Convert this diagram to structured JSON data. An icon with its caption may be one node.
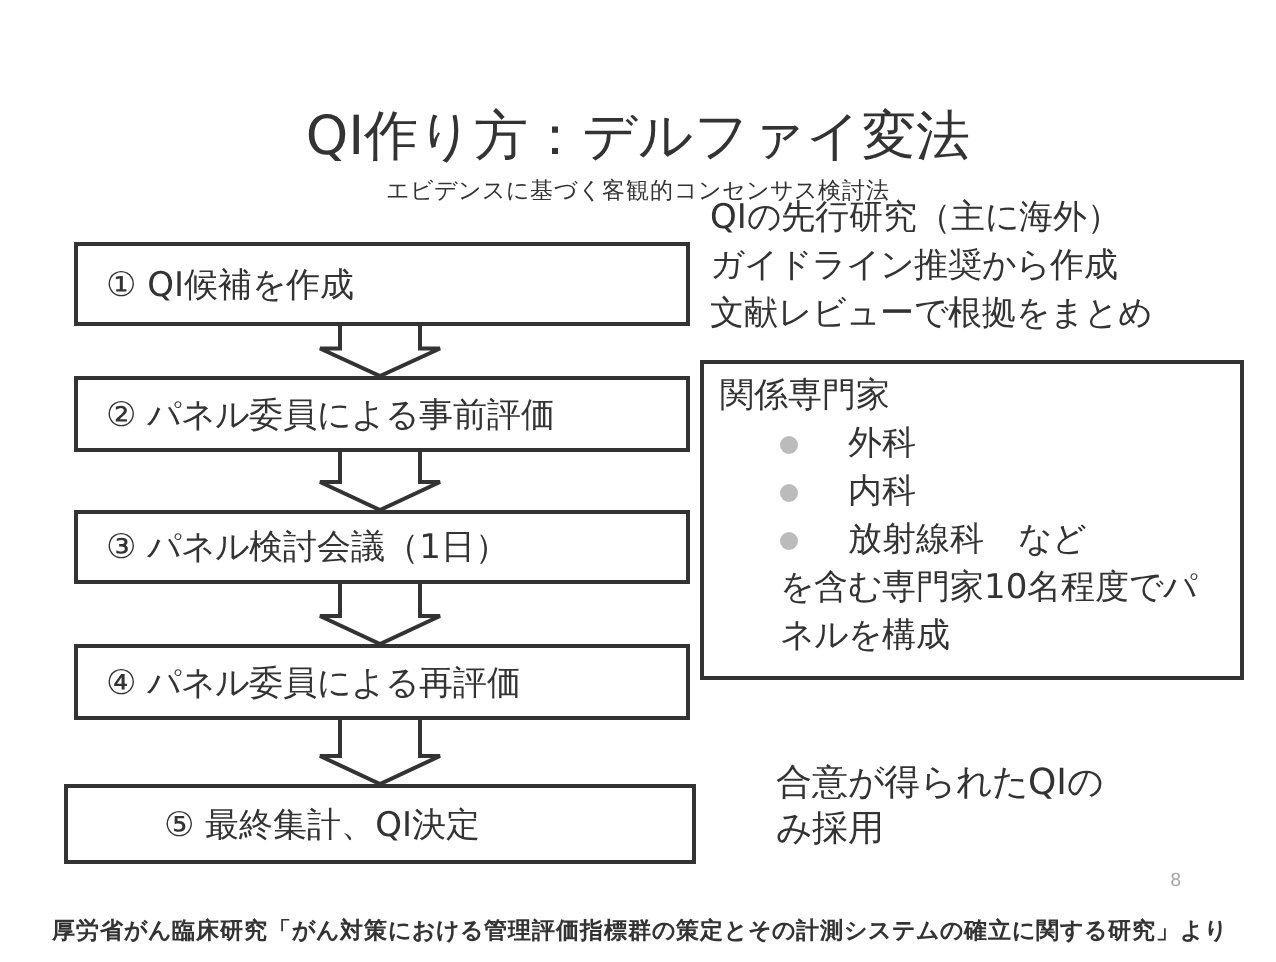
{
  "diagram": {
    "title": "QI作り方：デルファイ変法",
    "nodes": [
      {
        "text": [
          "① QI候補を作成"
        ]
      },
      {
        "text": [
          "② パネル委員による事前評価"
        ]
      },
      {
        "text": [
          "③ パネル検討会議（1日）"
        ]
      },
      {
        "text": [
          "④ パネル委員による再評価"
        ]
      },
      {
        "text": [
          "⑤ 最終集計、QI決定"
        ]
      },
      {
        "text": [
          "関係専門家",
          "外科",
          "内科",
          "放射線科　など",
          "を含む専門家10名程度でパネルを構成"
        ]
      }
    ],
    "edges": [
      {
        "from": 0,
        "to": 1,
        "arrow": "to"
      },
      {
        "from": 1,
        "to": 2,
        "arrow": "to"
      },
      {
        "from": 2,
        "to": 3,
        "arrow": "to"
      },
      {
        "from": 3,
        "to": 4,
        "arrow": "to"
      }
    ],
    "labels": [
      "エビデンスに基づく客観的コンセンサス検討法",
      "QIの先行研究（主に海外）",
      "ガイドライン推奨から作成",
      "文献レビューで根拠をまとめ",
      "合意が得られたQIのみ採用",
      "8",
      "厚労省がん臨床研究「がん対策における管理評価指標群の策定とその計測システムの確立に関する研究」より"
    ]
  }
}
